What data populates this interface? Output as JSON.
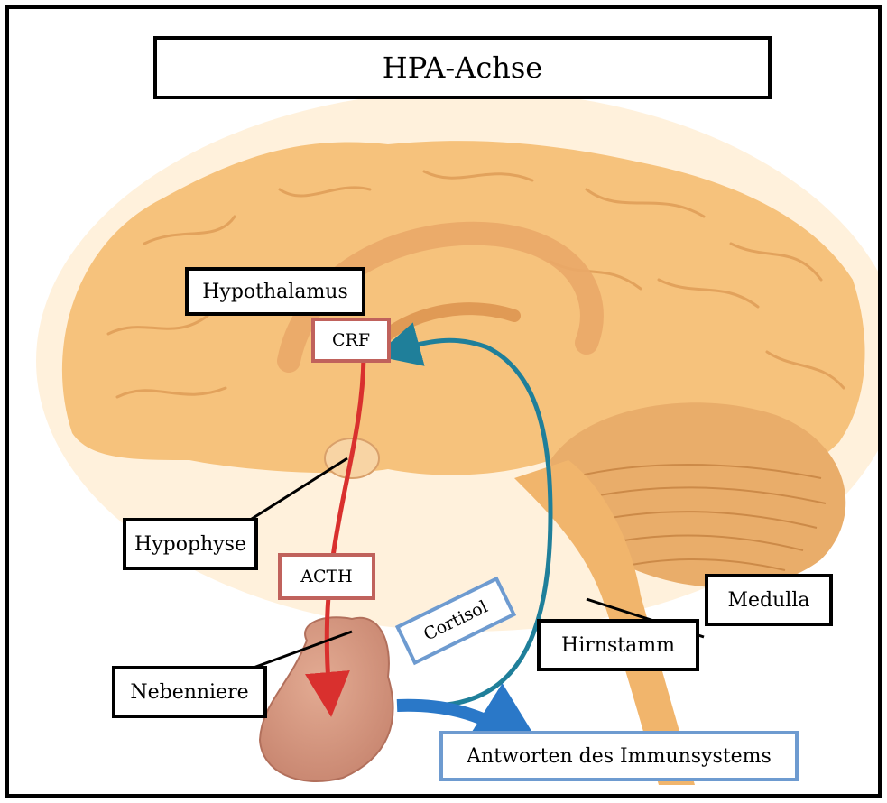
{
  "title": "HPA-Achse",
  "labels": {
    "hypothalamus": "Hypothalamus",
    "crf": "CRF",
    "hypophyse": "Hypophyse",
    "acth": "ACTH",
    "cortisol": "Cortisol",
    "nebenniere": "Nebenniere",
    "hirnstamm": "Hirnstamm",
    "medulla": "Medulla",
    "immune": "Antworten des Immunsystems"
  },
  "colors": {
    "brain": "#f5c27a",
    "brain_dark": "#e3a55a",
    "adrenal": "#d89b84",
    "red_arrow": "#d9302e",
    "teal_arrow": "#1f7f9a",
    "blue_arrow": "#2a78c8",
    "red_border": "#c0625c",
    "blue_border": "#6e9bd0"
  }
}
